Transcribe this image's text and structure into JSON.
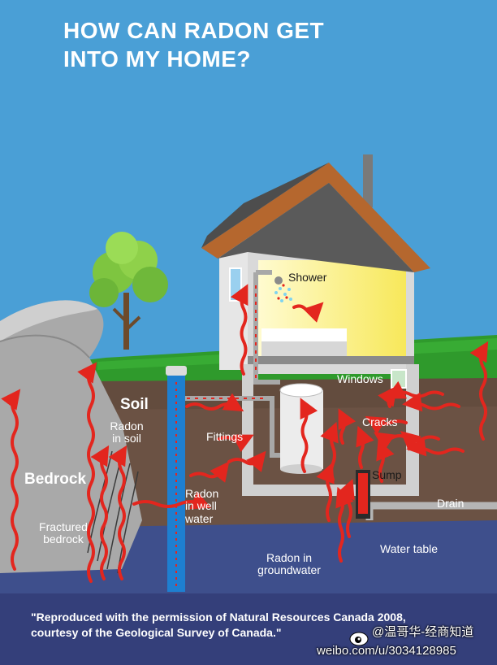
{
  "title_line1": "HOW CAN RADON GET",
  "title_line2": "INTO MY HOME?",
  "labels": {
    "shower": "Shower",
    "windows": "Windows",
    "cracks": "Cracks",
    "sump": "Sump",
    "drain": "Drain",
    "water_table": "Water table",
    "fittings": "Fittings",
    "soil": "Soil",
    "radon_in_soil_1": "Radon",
    "radon_in_soil_2": "in soil",
    "bedrock": "Bedrock",
    "fractured_1": "Fractured",
    "fractured_2": "bedrock",
    "well_1": "Radon",
    "well_2": "in well",
    "well_3": "water",
    "ground_1": "Radon in",
    "ground_2": "groundwater"
  },
  "credit_line1": "\"Reproduced with the permission of Natural Resources Canada 2008,",
  "credit_line2": "courtesy of the Geological Survey of Canada.\"",
  "watermark_line1": "@温哥华-经商知道",
  "watermark_line2": "weibo.com/u/3034128985",
  "colors": {
    "sky": "#4a9fd6",
    "grass": "#2f9a2c",
    "soil": "#6b5244",
    "groundwater": "#3e4f8c",
    "bedrock": "#a9a9a9",
    "radon_arrow": "#e3261e",
    "house_roof": "#4d4d4d",
    "house_trim": "#b5672e",
    "room_light": "#fff37a",
    "well_pipe": "#1e7fd0"
  },
  "icons": [
    "radon-arrow-icon",
    "shower-head-icon",
    "tree-icon",
    "weibo-eye-icon"
  ]
}
